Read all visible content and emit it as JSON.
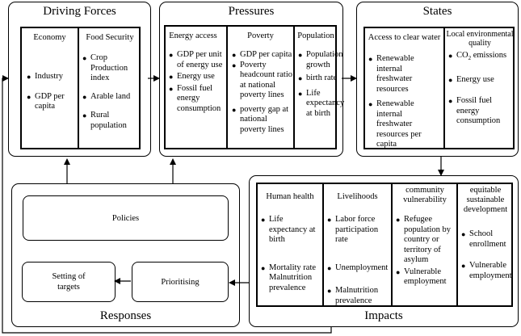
{
  "driving_forces": {
    "title": "Driving Forces",
    "columns": [
      {
        "heading": "Economy",
        "items": [
          "Industry",
          "GDP per capita"
        ]
      },
      {
        "heading": "Food Security",
        "items": [
          "Crop Production index",
          "Arable land",
          "Rural population"
        ]
      }
    ]
  },
  "pressures": {
    "title": "Pressures",
    "columns": [
      {
        "heading": "Energy access",
        "items": [
          "GDP per unit of energy use",
          "Energy use",
          "Fossil fuel energy consumption"
        ]
      },
      {
        "heading": "Poverty",
        "items": [
          "GDP per capita",
          "Poverty headcount ratio at national poverty lines",
          "poverty gap at national poverty lines"
        ]
      },
      {
        "heading": "Population",
        "items": [
          "Population growth",
          "birth rate",
          "Life expectancy at birth"
        ]
      }
    ]
  },
  "states": {
    "title": "States",
    "columns": [
      {
        "heading": "Access to clear water",
        "items": [
          "Renewable internal freshwater resources",
          "Renewable internal freshwater resources per capita"
        ]
      },
      {
        "heading": "Local environmental quality",
        "items": [
          "CO2 emissions",
          "Energy use",
          "Fossil fuel energy consumption"
        ]
      }
    ]
  },
  "impacts": {
    "title": "Impacts",
    "columns": [
      {
        "heading": "Human health",
        "items": [
          "Life expectancy at birth",
          "Mortality rate",
          "Malnutrition prevalence"
        ]
      },
      {
        "heading": "Livelihoods",
        "items": [
          "Labor force participation rate",
          "Unemployment",
          "Malnutrition prevalence"
        ]
      },
      {
        "heading": "community vulnerability",
        "items": [
          "Refugee population by country or territory of asylum",
          "Vulnerable employment"
        ]
      },
      {
        "heading": "equitable sustainable development",
        "items": [
          "School enrollment",
          "Vulnerable employment"
        ]
      }
    ]
  },
  "responses": {
    "title": "Responses",
    "policies": "Policies",
    "setting_targets": "Setting of targets",
    "prioritising": "Prioritising"
  }
}
